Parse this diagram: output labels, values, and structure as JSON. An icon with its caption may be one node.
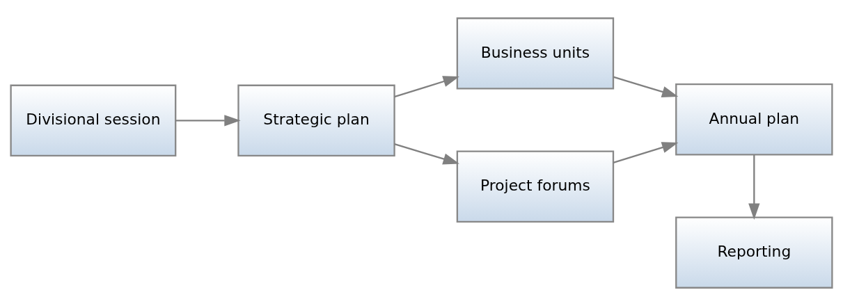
{
  "diagram": {
    "nodes": [
      {
        "text": [
          "Divisional session"
        ]
      },
      {
        "text": [
          "Strategic plan"
        ]
      },
      {
        "text": [
          "Business units"
        ]
      },
      {
        "text": [
          "Project forums"
        ]
      },
      {
        "text": [
          "Annual plan"
        ]
      },
      {
        "text": [
          "Reporting"
        ]
      }
    ],
    "edges": [
      {
        "from": 0,
        "to": 1,
        "arrow": "to"
      },
      {
        "from": 1,
        "to": 2,
        "arrow": "to"
      },
      {
        "from": 1,
        "to": 3,
        "arrow": "to"
      },
      {
        "from": 2,
        "to": 4,
        "arrow": "to"
      },
      {
        "from": 3,
        "to": 4,
        "arrow": "to"
      },
      {
        "from": 4,
        "to": 5,
        "arrow": "to"
      }
    ]
  }
}
